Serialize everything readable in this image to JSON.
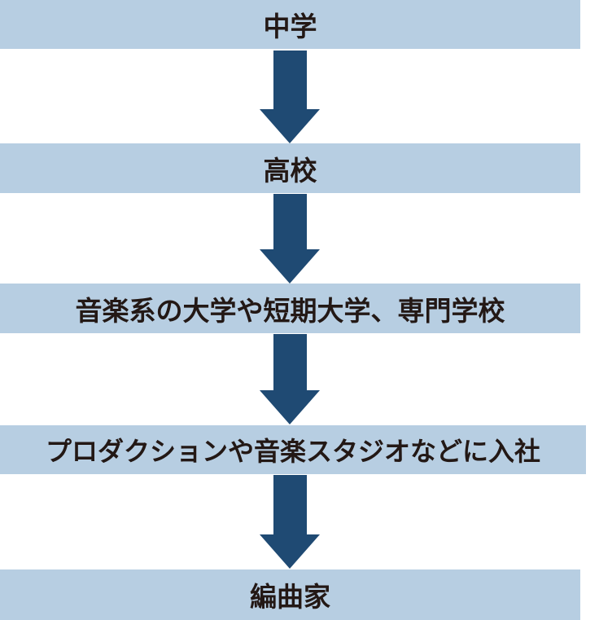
{
  "diagram": {
    "title": "",
    "steps": [
      {
        "label": "中学"
      },
      {
        "label": "高校"
      },
      {
        "label": "音楽系の大学や短期大学、専門学校"
      },
      {
        "label": "プロダクションや音楽スタジオなどに入社"
      },
      {
        "label": "編曲家"
      }
    ],
    "colors": {
      "box": "#b7cee2",
      "arrow": "#1f4a73",
      "text": "#231815"
    }
  }
}
